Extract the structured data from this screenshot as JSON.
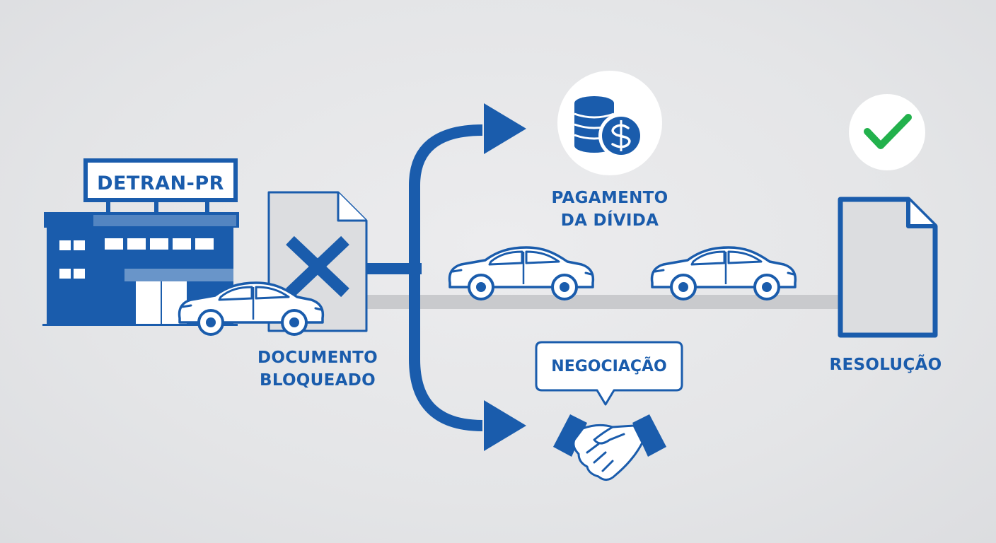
{
  "colors": {
    "primary_blue": "#1a5cac",
    "success_green": "#22b14c",
    "background": "#e5e6e8",
    "road_gray": "#c9cacd",
    "white": "#ffffff"
  },
  "building": {
    "sign": "DETRAN-PR"
  },
  "document_blocked": {
    "line1": "DOCUMENTO",
    "line2": "BLOQUEADO"
  },
  "payment": {
    "line1": "PAGAMENTO",
    "line2": "DA DÍVIDA",
    "icon": "coins-dollar-icon"
  },
  "negotiation": {
    "label": "NEGOCIAÇÃO",
    "icon": "handshake-icon"
  },
  "resolution": {
    "label": "RESOLUÇÃO",
    "icon": "check-icon"
  }
}
